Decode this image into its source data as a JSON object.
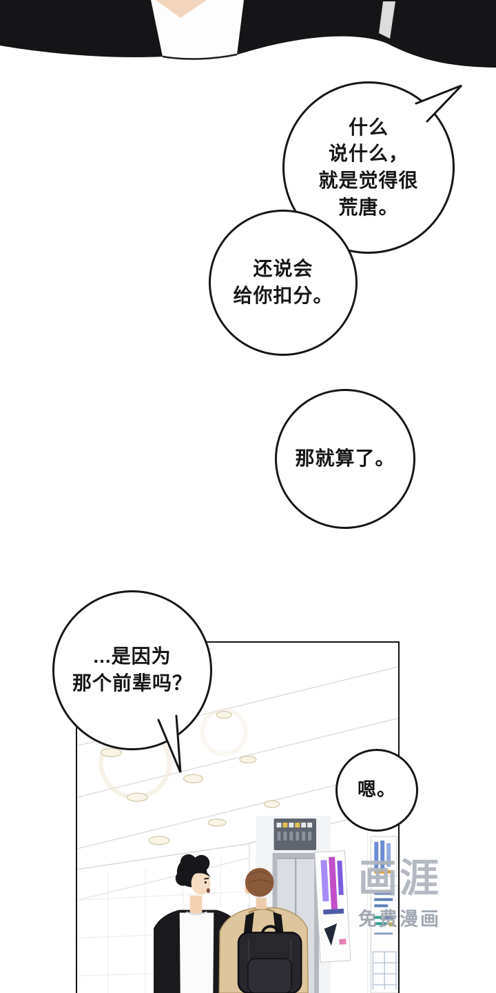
{
  "page": {
    "kind": "webtoon-comic-page",
    "bg": "#ffffff"
  },
  "speech_bubbles": [
    {
      "id": "bubble-1",
      "lines": [
        "什么",
        "说什么，",
        "就是觉得很",
        "荒唐。"
      ]
    },
    {
      "id": "bubble-2",
      "lines": [
        "还说会",
        "给你扣分。"
      ]
    },
    {
      "id": "bubble-3",
      "lines": [
        "那就算了。"
      ]
    },
    {
      "id": "bubble-4",
      "lines": [
        "...是因为",
        "那个前辈吗？"
      ]
    },
    {
      "id": "bubble-5",
      "lines": [
        "嗯。"
      ]
    }
  ],
  "watermark": {
    "logo": "画涯",
    "caption": "免费漫画"
  },
  "palette": {
    "ink": "#161616",
    "paper": "#ffffff",
    "jacket_black": "#1a1a1d",
    "shirt_white": "#fbfbfb",
    "skin": "#f3d5bd",
    "hair_black": "#17171a",
    "hair_brown": "#8a5a3b",
    "jacket_tan": "#ddc69e",
    "backpack_black": "#27272c",
    "elevator_gray": "#d9dce0",
    "watermark_gray": "#a6acb6"
  }
}
